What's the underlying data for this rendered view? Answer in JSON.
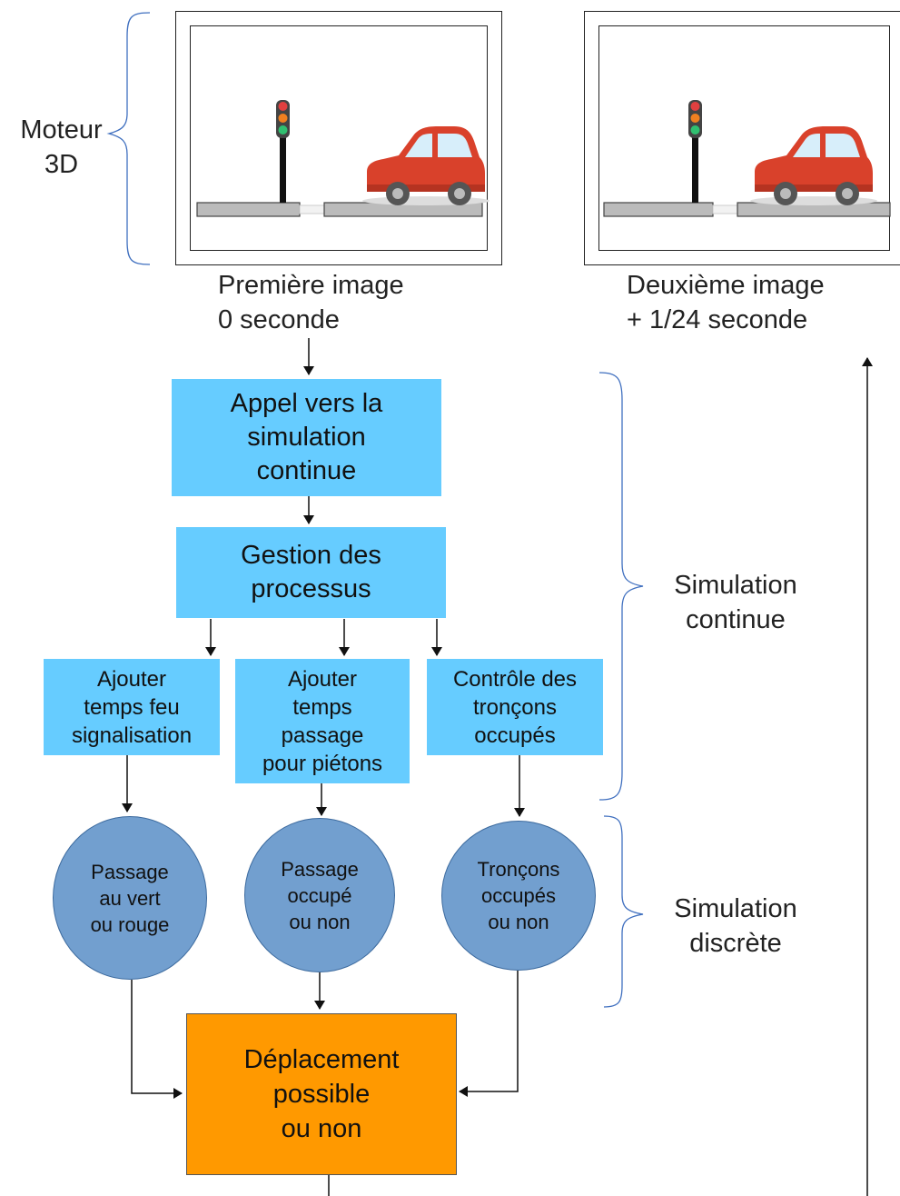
{
  "labels": {
    "engine": "Moteur\n3D",
    "first_image": "Première image\n0 seconde",
    "second_image": "Deuxième image\n+ 1/24 seconde",
    "sim_continue": "Simulation\ncontinue",
    "sim_discrete": "Simulation\ndiscrète"
  },
  "nodes": {
    "call_sim": "Appel vers la\nsimulation\ncontinue",
    "process_mgmt": "Gestion des\nprocessus",
    "add_light_time": "Ajouter\ntemps feu\nsignalisation",
    "add_crossing_time": "Ajouter\ntemps\npassage\npour piétons",
    "check_sections": "Contrôle des\ntronçons\noccupés",
    "state_light": "Passage\nau vert\nou rouge",
    "state_crossing": "Passage\noccupé\nou non",
    "state_sections": "Tronçons\noccupés\nou non",
    "movement": "Déplacement\npossible\nou non"
  },
  "colors": {
    "process_box": "#66ccff",
    "state_circle": "#729fcf",
    "result_box": "#ff9900",
    "car_body": "#d9412b",
    "brace": "#3f6fbf"
  },
  "icons": {
    "scene1": "traffic-scene-icon",
    "scene2": "traffic-scene-icon"
  }
}
